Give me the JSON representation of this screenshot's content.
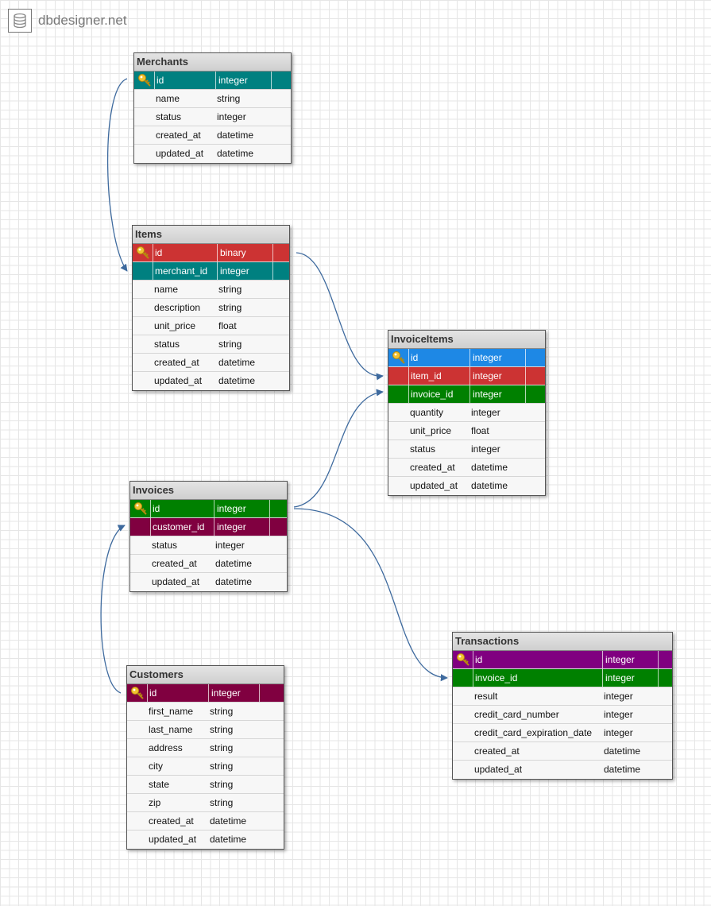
{
  "brand": {
    "name": "dbdesigner.net",
    "icon": "database-icon"
  },
  "colors": {
    "teal": "#008080",
    "red": "#CC3333",
    "blue": "#1E88E5",
    "green": "#008000",
    "maroon": "#800040",
    "purple": "#800080",
    "link": "#3E6A9E"
  },
  "tables": [
    {
      "id": "merchants",
      "name": "Merchants",
      "columns": [
        {
          "name": "id",
          "type": "integer",
          "pk": true,
          "color": "#008080"
        },
        {
          "name": "name",
          "type": "string"
        },
        {
          "name": "status",
          "type": "integer"
        },
        {
          "name": "created_at",
          "type": "datetime"
        },
        {
          "name": "updated_at",
          "type": "datetime"
        }
      ]
    },
    {
      "id": "items",
      "name": "Items",
      "columns": [
        {
          "name": "id",
          "type": "binary",
          "pk": true,
          "color": "#CC3333"
        },
        {
          "name": "merchant_id",
          "type": "integer",
          "color": "#008080"
        },
        {
          "name": "name",
          "type": "string"
        },
        {
          "name": "description",
          "type": "string"
        },
        {
          "name": "unit_price",
          "type": "float"
        },
        {
          "name": "status",
          "type": "string"
        },
        {
          "name": "created_at",
          "type": "datetime"
        },
        {
          "name": "updated_at",
          "type": "datetime"
        }
      ]
    },
    {
      "id": "invoiceitems",
      "name": "InvoiceItems",
      "columns": [
        {
          "name": "id",
          "type": "integer",
          "pk": true,
          "color": "#1E88E5"
        },
        {
          "name": "item_id",
          "type": "integer",
          "color": "#CC3333"
        },
        {
          "name": "invoice_id",
          "type": "integer",
          "color": "#008000"
        },
        {
          "name": "quantity",
          "type": "integer"
        },
        {
          "name": "unit_price",
          "type": "float"
        },
        {
          "name": "status",
          "type": "integer"
        },
        {
          "name": "created_at",
          "type": "datetime"
        },
        {
          "name": "updated_at",
          "type": "datetime"
        }
      ]
    },
    {
      "id": "invoices",
      "name": "Invoices",
      "columns": [
        {
          "name": "id",
          "type": "integer",
          "pk": true,
          "color": "#008000"
        },
        {
          "name": "customer_id",
          "type": "integer",
          "color": "#800040"
        },
        {
          "name": "status",
          "type": "integer"
        },
        {
          "name": "created_at",
          "type": "datetime"
        },
        {
          "name": "updated_at",
          "type": "datetime"
        }
      ]
    },
    {
      "id": "customers",
      "name": "Customers",
      "columns": [
        {
          "name": "id",
          "type": "integer",
          "pk": true,
          "color": "#800040"
        },
        {
          "name": "first_name",
          "type": "string"
        },
        {
          "name": "last_name",
          "type": "string"
        },
        {
          "name": "address",
          "type": "string"
        },
        {
          "name": "city",
          "type": "string"
        },
        {
          "name": "state",
          "type": "string"
        },
        {
          "name": "zip",
          "type": "string"
        },
        {
          "name": "created_at",
          "type": "datetime"
        },
        {
          "name": "updated_at",
          "type": "datetime"
        }
      ]
    },
    {
      "id": "transactions",
      "name": "Transactions",
      "columns": [
        {
          "name": "id",
          "type": "integer",
          "pk": true,
          "color": "#800080"
        },
        {
          "name": "invoice_id",
          "type": "integer",
          "color": "#008000"
        },
        {
          "name": "result",
          "type": "integer"
        },
        {
          "name": "credit_card_number",
          "type": "integer"
        },
        {
          "name": "credit_card_expiration_date",
          "type": "integer"
        },
        {
          "name": "created_at",
          "type": "datetime"
        },
        {
          "name": "updated_at",
          "type": "datetime"
        }
      ]
    }
  ],
  "relationships": [
    {
      "from": "merchants.id",
      "to": "items.merchant_id"
    },
    {
      "from": "items.id",
      "to": "invoiceitems.item_id"
    },
    {
      "from": "invoices.id",
      "to": "invoiceitems.invoice_id"
    },
    {
      "from": "invoices.id",
      "to": "transactions.invoice_id"
    },
    {
      "from": "customers.id",
      "to": "invoices.customer_id"
    }
  ]
}
